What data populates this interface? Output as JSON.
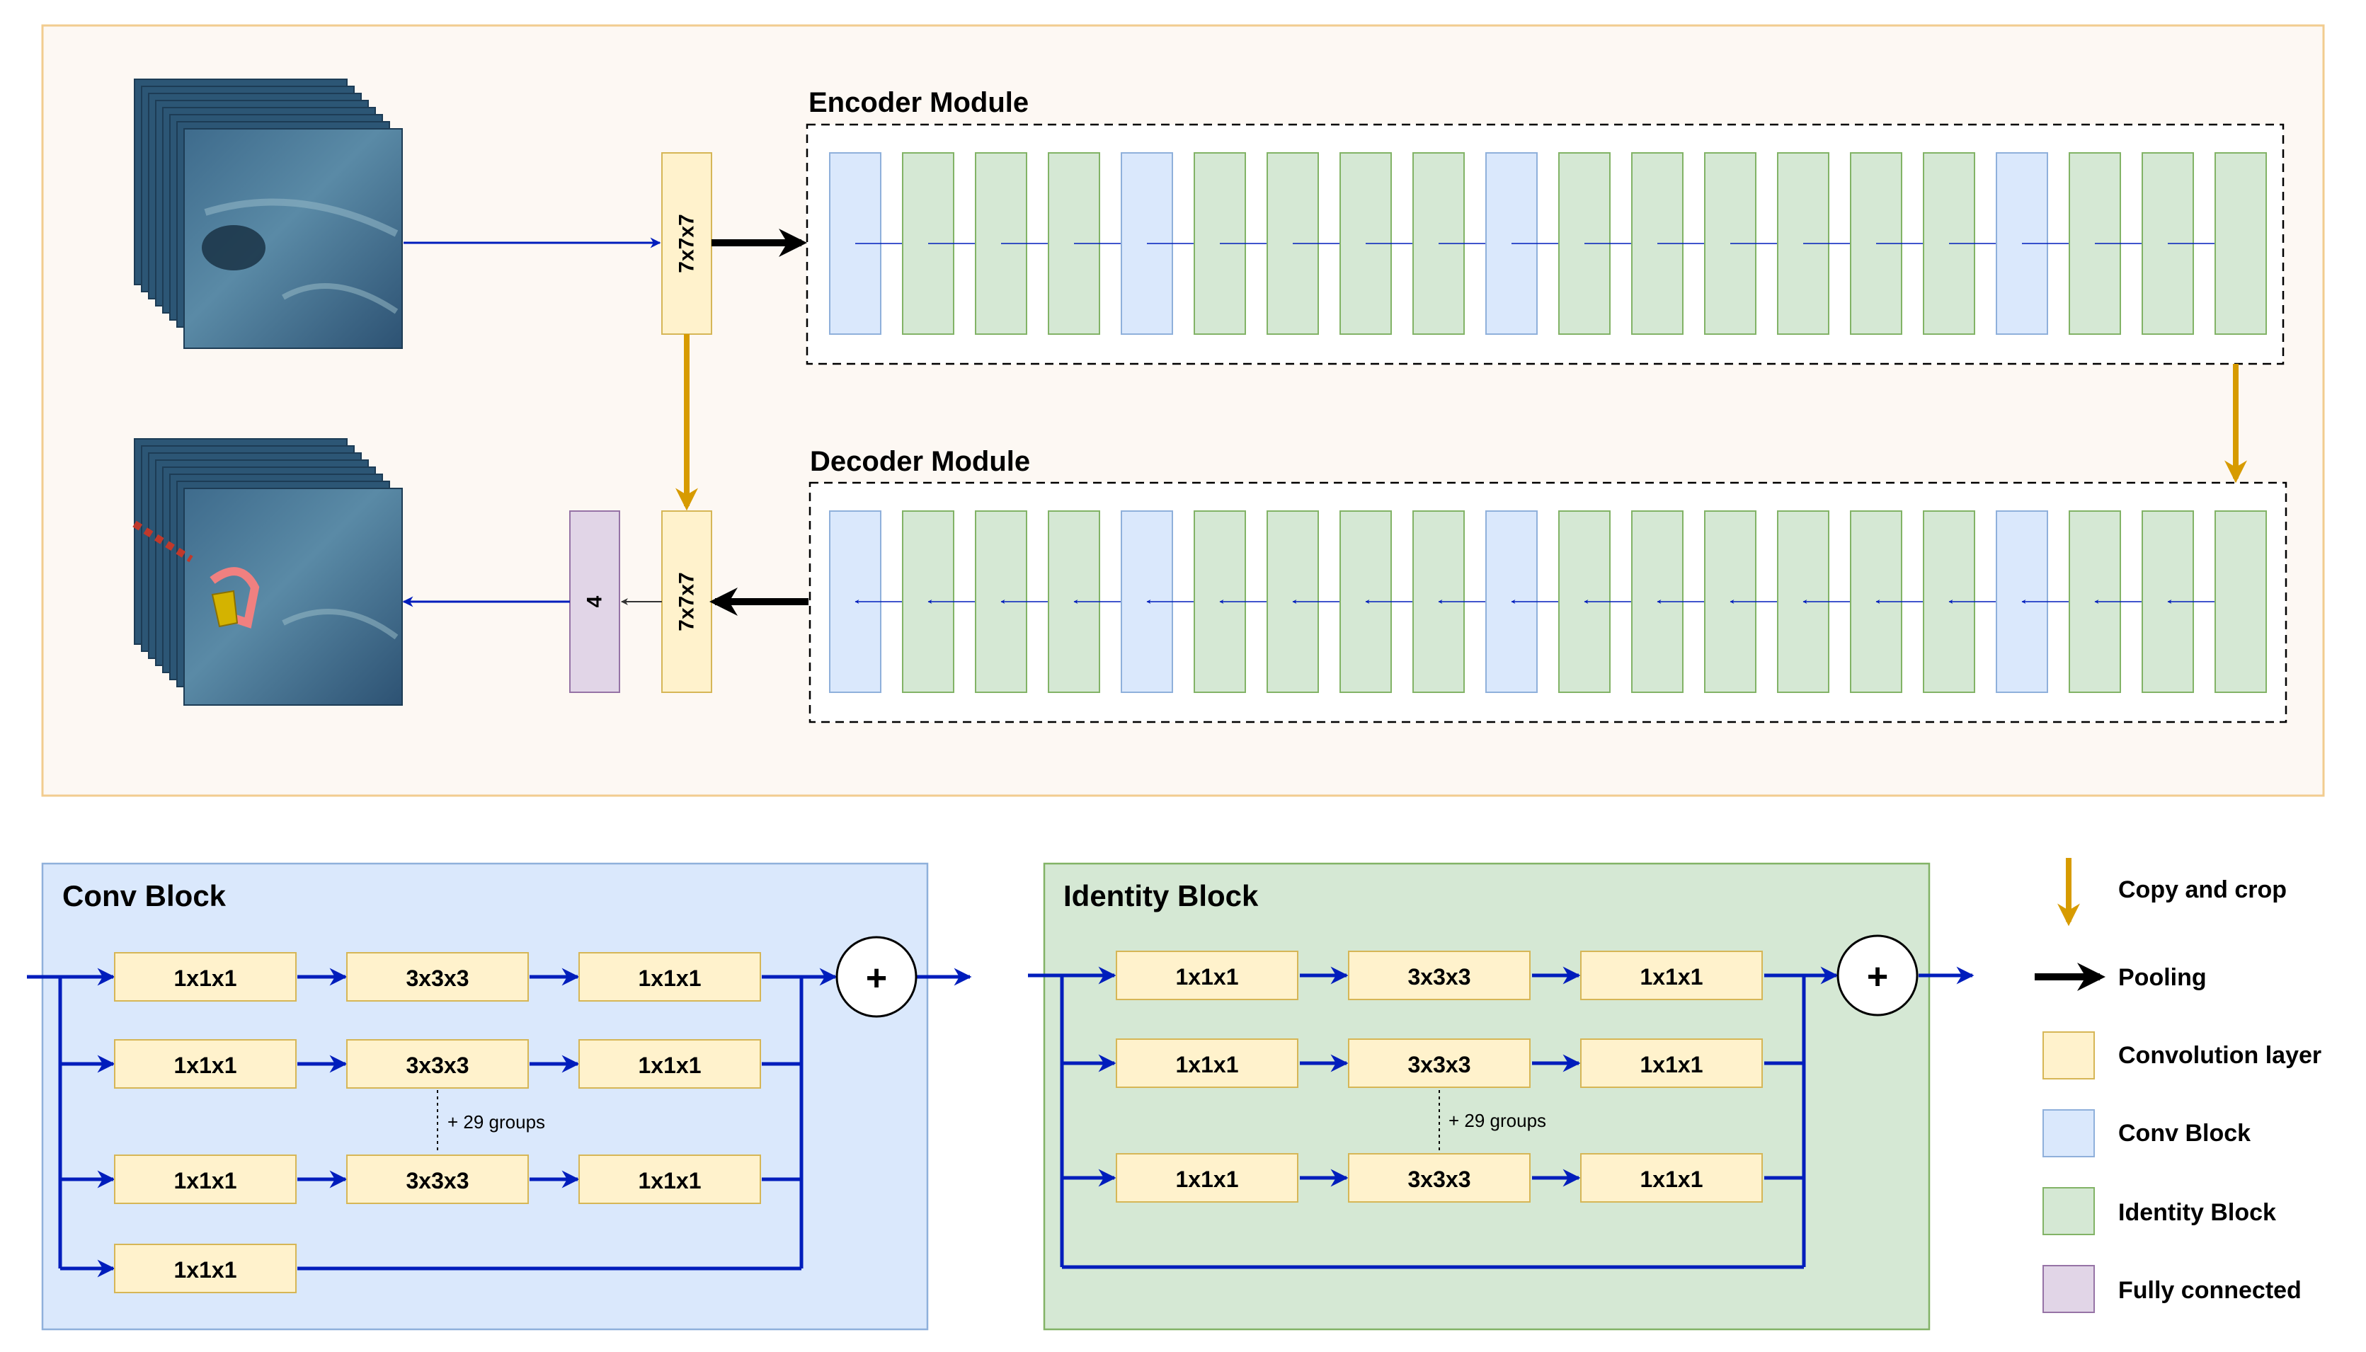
{
  "top": {
    "encoder_title": "Encoder Module",
    "decoder_title": "Decoder Module",
    "encoder_blocks": [
      "conv",
      "identity",
      "identity",
      "identity",
      "conv",
      "identity",
      "identity",
      "identity",
      "identity",
      "conv",
      "identity",
      "identity",
      "identity",
      "identity",
      "identity",
      "identity",
      "conv",
      "identity",
      "identity",
      "identity"
    ],
    "decoder_blocks": [
      "conv",
      "identity",
      "identity",
      "identity",
      "conv",
      "identity",
      "identity",
      "identity",
      "identity",
      "conv",
      "identity",
      "identity",
      "identity",
      "identity",
      "identity",
      "identity",
      "conv",
      "identity",
      "identity",
      "identity"
    ],
    "input_conv_label": "7x7x7",
    "output_conv_label": "7x7x7",
    "fc_label": "4"
  },
  "conv_block": {
    "title": "Conv Block",
    "rows": [
      [
        "1x1x1",
        "3x3x3",
        "1x1x1"
      ],
      [
        "1x1x1",
        "3x3x3",
        "1x1x1"
      ],
      [
        "1x1x1",
        "3x3x3",
        "1x1x1"
      ]
    ],
    "shortcut_label": "1x1x1",
    "groups_note": "+ 29 groups",
    "sum_symbol": "+"
  },
  "identity_block": {
    "title": "Identity Block",
    "rows": [
      [
        "1x1x1",
        "3x3x3",
        "1x1x1"
      ],
      [
        "1x1x1",
        "3x3x3",
        "1x1x1"
      ],
      [
        "1x1x1",
        "3x3x3",
        "1x1x1"
      ]
    ],
    "groups_note": "+ 29 groups",
    "sum_symbol": "+"
  },
  "legend": {
    "copy_crop": "Copy and crop",
    "pooling": "Pooling",
    "convolution": "Convolution layer",
    "conv_block": "Conv Block",
    "identity_block": "Identity Block",
    "fully_connected": "Fully connected"
  },
  "colors": {
    "panel_bg": "#fdf8f3",
    "panel_border": "#f2cc8f",
    "conv_fill": "#fff2cc",
    "conv_stroke": "#d6b656",
    "convblock_fill": "#dae8fc",
    "convblock_stroke": "#8fb0db",
    "identity_fill": "#d5e8d4",
    "identity_stroke": "#82b366",
    "fc_fill": "#e1d5e7",
    "fc_stroke": "#9673a6",
    "blue_arrow": "#001dbc",
    "gold_arrow": "#d79b00"
  }
}
